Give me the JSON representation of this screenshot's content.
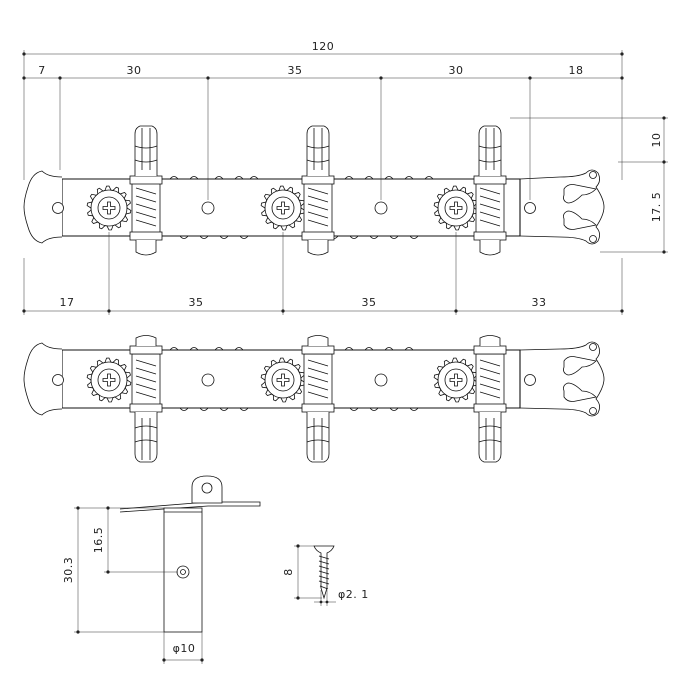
{
  "dimensions": {
    "total_length": "120",
    "top_segments": [
      "7",
      "30",
      "35",
      "30",
      "18"
    ],
    "bottom_segments": [
      "17",
      "35",
      "35",
      "33"
    ],
    "side_heights": [
      "10",
      "17. 5"
    ],
    "post_height_total": "30.3",
    "post_height_hole": "16.5",
    "post_diameter": "φ10",
    "screw_length": "8",
    "screw_diameter": "φ2. 1"
  }
}
